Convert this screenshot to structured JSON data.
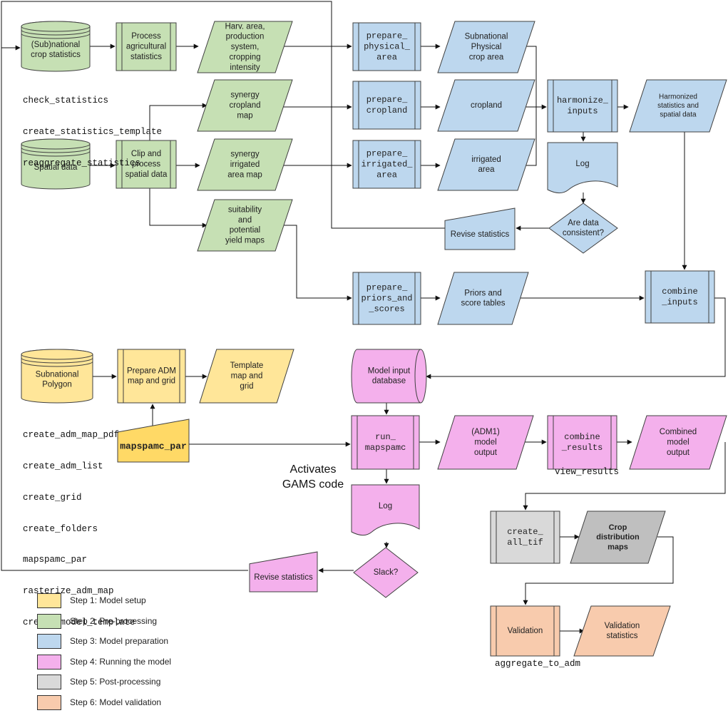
{
  "colors": {
    "green": "#c6e0b4",
    "blue": "#bdd7ee",
    "pink": "#f4b0ec",
    "yellow": "#ffe699",
    "gold": "#ffd966",
    "gray": "#d9d9d9",
    "dark_gray": "#bfbfbf",
    "peach": "#f8cbad",
    "stroke": "#404040"
  },
  "nodes": {
    "subnational_crop_statistics": {
      "lines": [
        "(Sub)national",
        "crop statistics"
      ]
    },
    "process_agricultural_statistics": {
      "lines": [
        "Process",
        "agricultural",
        "statistics"
      ]
    },
    "harv_area_production": {
      "lines": [
        "Harv. area,",
        "production",
        "system,",
        "cropping",
        "intensity"
      ]
    },
    "prepare_physical_area": {
      "lines": [
        "prepare_",
        "physical_",
        "area"
      ]
    },
    "subnational_physical_crop_area": {
      "lines": [
        "Subnational",
        "Physical",
        "crop area"
      ]
    },
    "synergy_cropland_map": {
      "lines": [
        "synergy",
        "cropland",
        "map"
      ]
    },
    "prepare_cropland": {
      "lines": [
        "prepare_",
        "cropland"
      ]
    },
    "cropland": {
      "lines": [
        "cropland"
      ]
    },
    "harmonize_inputs": {
      "lines": [
        "harmonize_",
        "inputs"
      ]
    },
    "harmonized_statistics": {
      "lines": [
        "Harmonized",
        "statistics and",
        "spatial data"
      ]
    },
    "spatial_data": {
      "lines": [
        "Spatial data"
      ]
    },
    "clip_and_process": {
      "lines": [
        "Clip and",
        "process",
        "spatial data"
      ]
    },
    "synergy_irrigated_area_map": {
      "lines": [
        "synergy",
        "irrigated",
        "area map"
      ]
    },
    "prepare_irrigated_area": {
      "lines": [
        "prepare_",
        "irrigated_",
        "area"
      ]
    },
    "irrigated_area": {
      "lines": [
        "irrigated",
        "area"
      ]
    },
    "log_top": {
      "lines": [
        "Log"
      ]
    },
    "suitability_maps": {
      "lines": [
        "suitability",
        "and",
        "potential",
        "yield maps"
      ]
    },
    "are_data_consistent": {
      "lines": [
        "Are data",
        "consistent?"
      ]
    },
    "revise_statistics_top": {
      "lines": [
        "Revise statistics"
      ]
    },
    "prepare_priors_and_scores": {
      "lines": [
        "prepare_",
        "priors_and",
        "_scores"
      ]
    },
    "priors_and_score_tables": {
      "lines": [
        "Priors and",
        "score tables"
      ]
    },
    "combine_inputs": {
      "lines": [
        "combine",
        "_inputs"
      ]
    },
    "subnational_polygon": {
      "lines": [
        "Subnational",
        "Polygon"
      ]
    },
    "prepare_adm_map": {
      "lines": [
        "Prepare ADM",
        "map and grid"
      ]
    },
    "template_map_and_grid": {
      "lines": [
        "Template",
        "map and",
        "grid"
      ]
    },
    "model_input_database": {
      "lines": [
        "Model input",
        "database"
      ]
    },
    "mapspamc_par": {
      "lines": [
        "mapspamc_par"
      ]
    },
    "run_mapspamc": {
      "lines": [
        "run_",
        "mapspamc"
      ]
    },
    "adm1_model_output": {
      "lines": [
        "(ADM1)",
        "model",
        "output"
      ]
    },
    "combine_results": {
      "lines": [
        "combine",
        "_results"
      ]
    },
    "combined_model_output": {
      "lines": [
        "Combined",
        "model",
        "output"
      ]
    },
    "log_bottom": {
      "lines": [
        "Log"
      ]
    },
    "slack": {
      "lines": [
        "Slack?"
      ]
    },
    "revise_statistics_bottom": {
      "lines": [
        "Revise statistics"
      ]
    },
    "create_all_tif": {
      "lines": [
        "create_",
        "all_tif"
      ]
    },
    "crop_distribution_maps": {
      "lines": [
        "Crop",
        "distribution",
        "maps"
      ]
    },
    "validation": {
      "lines": [
        "Validation"
      ]
    },
    "validation_statistics": {
      "lines": [
        "Validation",
        "statistics"
      ]
    }
  },
  "function_lists": {
    "statistics_functions": [
      "check_statistics",
      "create_statistics_template",
      "reaggregate_statistics"
    ],
    "setup_functions": [
      "create_adm_map_pdf",
      "create_adm_list",
      "create_grid",
      "create_folders",
      "mapspamc_par",
      "rasterize_adm_map",
      "create_model_template"
    ],
    "view_results": "view_results",
    "aggregate_to_adm": "aggregate_to_adm"
  },
  "annotation": {
    "lines": [
      "Activates",
      "GAMS code"
    ]
  },
  "legend": [
    {
      "label": "Step 1: Model setup",
      "color": "#ffe699"
    },
    {
      "label": "Step 2: Pre-processing",
      "color": "#c6e0b4"
    },
    {
      "label": "Step 3: Model preparation",
      "color": "#bdd7ee"
    },
    {
      "label": "Step 4: Running the model",
      "color": "#f4b0ec"
    },
    {
      "label": "Step 5: Post-processing",
      "color": "#d9d9d9"
    },
    {
      "label": "Step 6: Model validation",
      "color": "#f8cbad"
    }
  ]
}
